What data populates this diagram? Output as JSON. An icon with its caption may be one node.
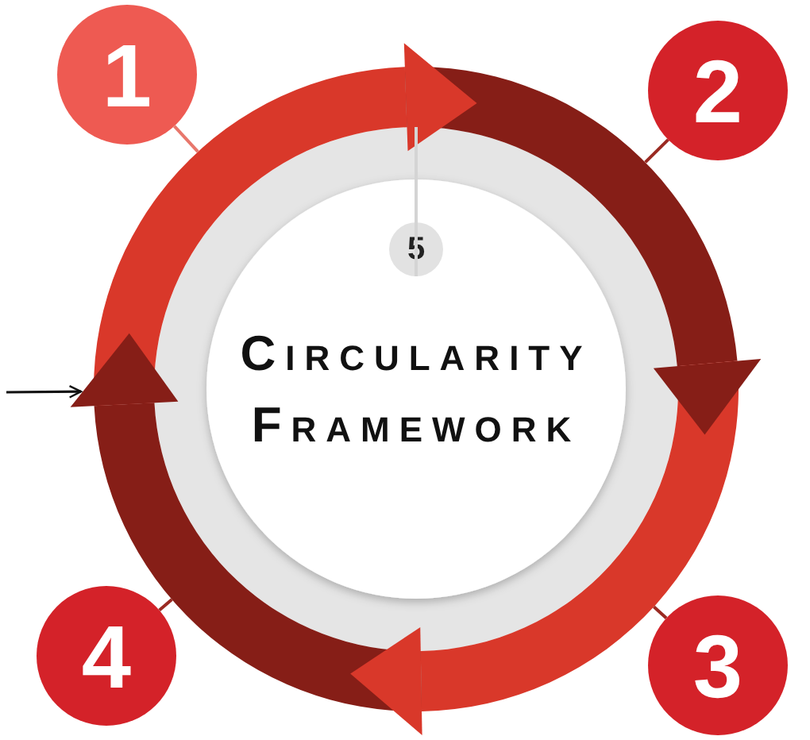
{
  "diagram": {
    "nodes": [
      {
        "text": [
          "1"
        ]
      },
      {
        "text": [
          "2"
        ]
      },
      {
        "text": [
          "3"
        ]
      },
      {
        "text": [
          "4"
        ]
      },
      {
        "text": [],
        "shape": "circle"
      },
      {
        "text": [
          "5"
        ],
        "in": 4
      },
      {
        "text": [
          "CIRCULARITY FRAMEWORK"
        ],
        "in": 4
      }
    ],
    "edges": [
      {
        "from": 0,
        "to": 4,
        "arrow": "none",
        "color": "#e8776c"
      },
      {
        "from": 1,
        "to": 4,
        "arrow": "none"
      },
      {
        "from": 2,
        "to": 4,
        "arrow": "none"
      },
      {
        "from": 3,
        "to": 4,
        "arrow": "none"
      },
      {
        "from": 5,
        "to": 4,
        "arrow": "none",
        "color": "#d4d4d4"
      },
      {
        "from": null,
        "to": 4,
        "arrow": "to",
        "color": "#111111"
      }
    ]
  }
}
